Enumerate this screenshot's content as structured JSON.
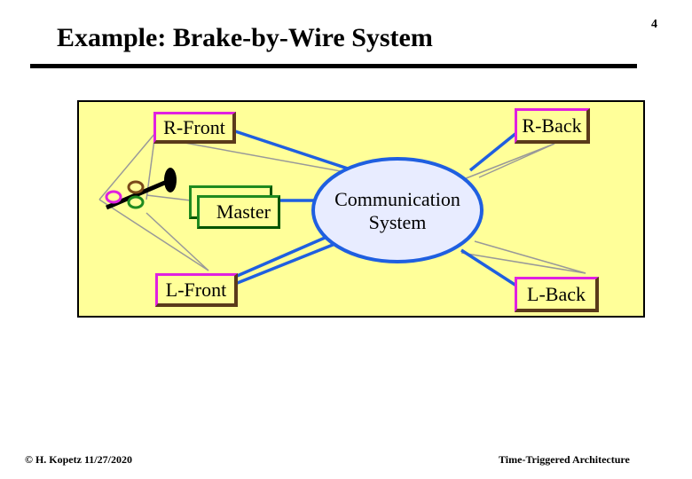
{
  "slide": {
    "page_number": "4",
    "title": "Example: Brake-by-Wire System"
  },
  "diagram": {
    "nodes": {
      "r_front": "R-Front",
      "r_back": "R-Back",
      "master": "Master",
      "l_front": "L-Front",
      "l_back": "L-Back",
      "communication_system": [
        "Communication",
        "System"
      ]
    },
    "colors": {
      "panel_background": "#ffff99",
      "bus_blue": "#1f5fe0",
      "front_border": "#e020e0",
      "box_shadow_border": "#5a3a1a",
      "master_border": "#1f8a1f",
      "sensor_wire": "#999999"
    }
  },
  "footer": {
    "left": "© H. Kopetz  11/27/2020",
    "right": "Time-Triggered Architecture"
  }
}
